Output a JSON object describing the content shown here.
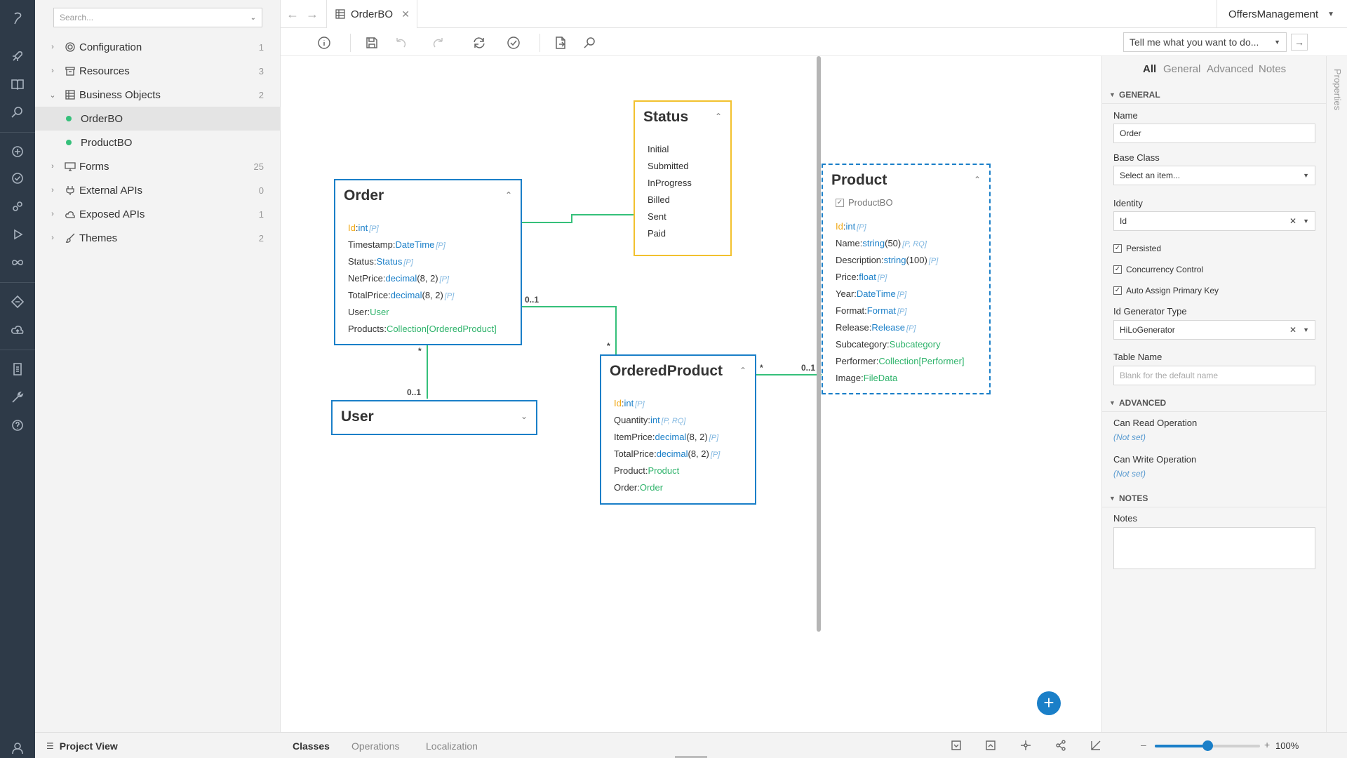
{
  "search": {
    "placeholder": "Search..."
  },
  "explorer": {
    "items": [
      {
        "label": "Configuration",
        "count": "1",
        "icon": "gear-icon"
      },
      {
        "label": "Resources",
        "count": "3",
        "icon": "archive-icon"
      },
      {
        "label": "Business Objects",
        "count": "2",
        "icon": "grid-icon"
      },
      {
        "label": "OrderBO"
      },
      {
        "label": "ProductBO"
      },
      {
        "label": "Forms",
        "count": "25",
        "icon": "monitor-icon"
      },
      {
        "label": "External APIs",
        "count": "0",
        "icon": "plug-icon"
      },
      {
        "label": "Exposed APIs",
        "count": "1",
        "icon": "cloud-icon"
      },
      {
        "label": "Themes",
        "count": "2",
        "icon": "brush-icon"
      }
    ]
  },
  "tabs": {
    "document": "OrderBO",
    "project": "OffersManagement"
  },
  "toolbar": {
    "tell_me": "Tell me what you want to do..."
  },
  "diagram": {
    "status": {
      "title": "Status",
      "values": [
        "Initial",
        "Submitted",
        "InProgress",
        "Billed",
        "Sent",
        "Paid"
      ]
    },
    "order": {
      "title": "Order",
      "fields": [
        {
          "name": "Id",
          "type": "int",
          "flags": "[P]",
          "key": true
        },
        {
          "name": "Timestamp",
          "type": "DateTime",
          "flags": "[P]"
        },
        {
          "name": "Status",
          "type": "Status",
          "flags": "[P]"
        },
        {
          "name": "NetPrice",
          "type": "decimal",
          "size": "(8, 2)",
          "flags": "[P]"
        },
        {
          "name": "TotalPrice",
          "type": "decimal",
          "size": "(8, 2)",
          "flags": "[P]"
        },
        {
          "name": "User",
          "type": "User",
          "rel": true
        },
        {
          "name": "Products",
          "type": "Collection[OrderedProduct]",
          "rel": true
        }
      ]
    },
    "product": {
      "title": "Product",
      "subtitle": "ProductBO",
      "fields": [
        {
          "name": "Id",
          "type": "int",
          "flags": "[P]",
          "key": true
        },
        {
          "name": "Name",
          "type": "string",
          "size": "(50)",
          "flags": "[P, RQ]"
        },
        {
          "name": "Description",
          "type": "string",
          "size": "(100)",
          "flags": "[P]"
        },
        {
          "name": "Price",
          "type": "float",
          "flags": "[P]"
        },
        {
          "name": "Year",
          "type": "DateTime",
          "flags": "[P]"
        },
        {
          "name": "Format",
          "type": "Format",
          "flags": "[P]"
        },
        {
          "name": "Release",
          "type": "Release",
          "flags": "[P]"
        },
        {
          "name": "Subcategory",
          "type": "Subcategory",
          "rel": true
        },
        {
          "name": "Performer",
          "type": "Collection[Performer]",
          "rel": true
        },
        {
          "name": "Image",
          "type": "FileData",
          "rel": true
        }
      ]
    },
    "ordered_product": {
      "title": "OrderedProduct",
      "fields": [
        {
          "name": "Id",
          "type": "int",
          "flags": "[P]",
          "key": true
        },
        {
          "name": "Quantity",
          "type": "int",
          "flags": "[P, RQ]"
        },
        {
          "name": "ItemPrice",
          "type": "decimal",
          "size": "(8, 2)",
          "flags": "[P]"
        },
        {
          "name": "TotalPrice",
          "type": "decimal",
          "size": "(8, 2)",
          "flags": "[P]"
        },
        {
          "name": "Product",
          "type": "Product",
          "rel": true
        },
        {
          "name": "Order",
          "type": "Order",
          "rel": true
        }
      ]
    },
    "user": {
      "title": "User"
    },
    "multiplicities": {
      "order_user_star": "*",
      "order_user_01": "0..1",
      "order_op_01": "0..1",
      "order_op_star": "*",
      "op_product_star": "*",
      "op_product_01": "0..1"
    }
  },
  "properties": {
    "tabs": [
      "All",
      "General",
      "Advanced",
      "Notes"
    ],
    "rail_label": "Properties",
    "general_header": "GENERAL",
    "name_label": "Name",
    "name_value": "Order",
    "base_class_label": "Base Class",
    "base_class_value": "Select an item...",
    "identity_label": "Identity",
    "identity_value": "Id",
    "persisted": "Persisted",
    "concurrency": "Concurrency Control",
    "auto_pk": "Auto Assign Primary Key",
    "idgen_label": "Id Generator Type",
    "idgen_value": "HiLoGenerator",
    "table_label": "Table Name",
    "table_placeholder": "Blank for the default name",
    "advanced_header": "ADVANCED",
    "read_label": "Can Read Operation",
    "read_value": "(Not set)",
    "write_label": "Can Write Operation",
    "write_value": "(Not set)",
    "notes_header": "NOTES",
    "notes_label": "Notes"
  },
  "bottom": {
    "project_view": "Project View",
    "tabs": [
      "Classes",
      "Operations",
      "Localization"
    ],
    "zoom": "100%",
    "zoom_level": 0.5
  }
}
